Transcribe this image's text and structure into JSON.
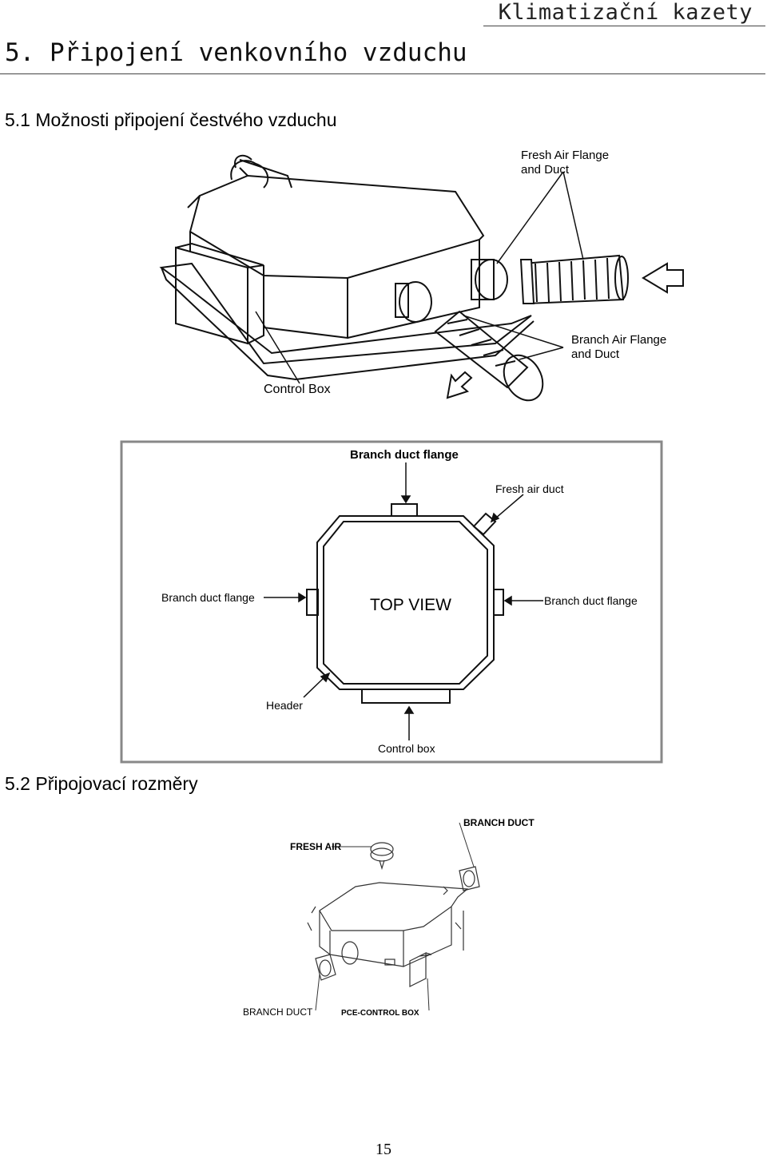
{
  "header": {
    "doc_label": "Klimatizační kazety",
    "chapter_title": "5. Připojení venkovního vzduchu"
  },
  "section_1": {
    "heading": "5.1 Možnosti připojení čestvého vzduchu",
    "figure_1": {
      "fresh_air_label_line1": "Fresh Air Flange",
      "fresh_air_label_line2": "and Duct",
      "branch_air_label_line1": "Branch Air Flange",
      "branch_air_label_line2": "and Duct",
      "control_box_label": "Control Box"
    },
    "figure_2": {
      "branch_duct_flange_top": "Branch duct flange",
      "fresh_air_duct": "Fresh air duct",
      "branch_duct_flange_left": "Branch duct flange",
      "branch_duct_flange_right": "Branch duct flange",
      "top_view": "TOP VIEW",
      "header": "Header",
      "control_box": "Control box"
    }
  },
  "section_2": {
    "heading": "5.2 Připojovací rozměry",
    "figure_3": {
      "fresh_air": "FRESH AIR",
      "branch_duct_top": "BRANCH DUCT",
      "branch_duct_bottom": "BRANCH DUCT",
      "pce_control_box": "PCE-CONTROL BOX"
    }
  },
  "footer": {
    "page_number": "15"
  }
}
